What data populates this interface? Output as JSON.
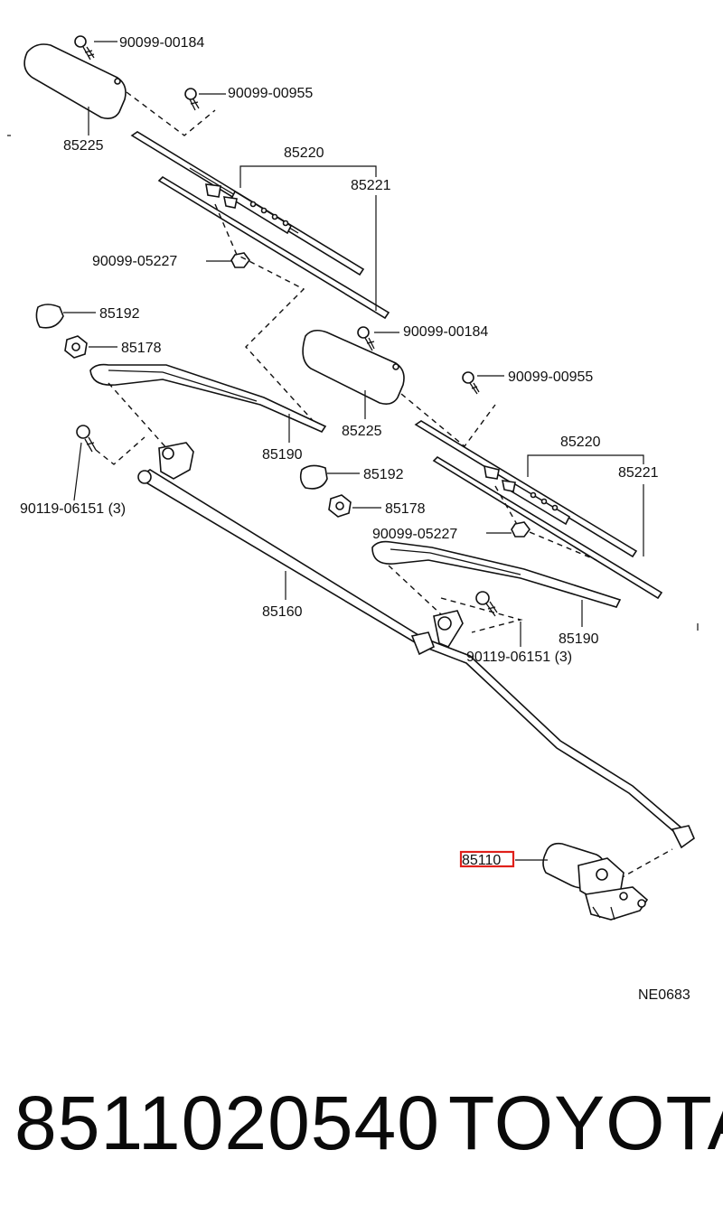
{
  "diagram": {
    "labels": {
      "bolt_top_1": "90099-00184",
      "bolt_top_2": "90099-00955",
      "blade_cover_1": "85225",
      "blade_assy_1": "85220",
      "blade_rubber_1": "85221",
      "nut_1": "90099-05227",
      "cap_1": "85192",
      "nut_arm_1": "85178",
      "arm_1": "85190",
      "bolt_link_1": "90119-06151 (3)",
      "bolt_top_3": "90099-00184",
      "bolt_top_4": "90099-00955",
      "blade_cover_2": "85225",
      "blade_assy_2": "85220",
      "blade_rubber_2": "85221",
      "cap_2": "85192",
      "nut_arm_2": "85178",
      "nut_2": "90099-05227",
      "linkage": "85160",
      "arm_2": "85190",
      "bolt_link_2": "90119-06151 (3)",
      "motor": "85110",
      "figure_code": "NE0683"
    },
    "highlight_color": "#e0201a"
  },
  "footer": {
    "part_number": "8511020540",
    "brand": "TOYOTA"
  }
}
